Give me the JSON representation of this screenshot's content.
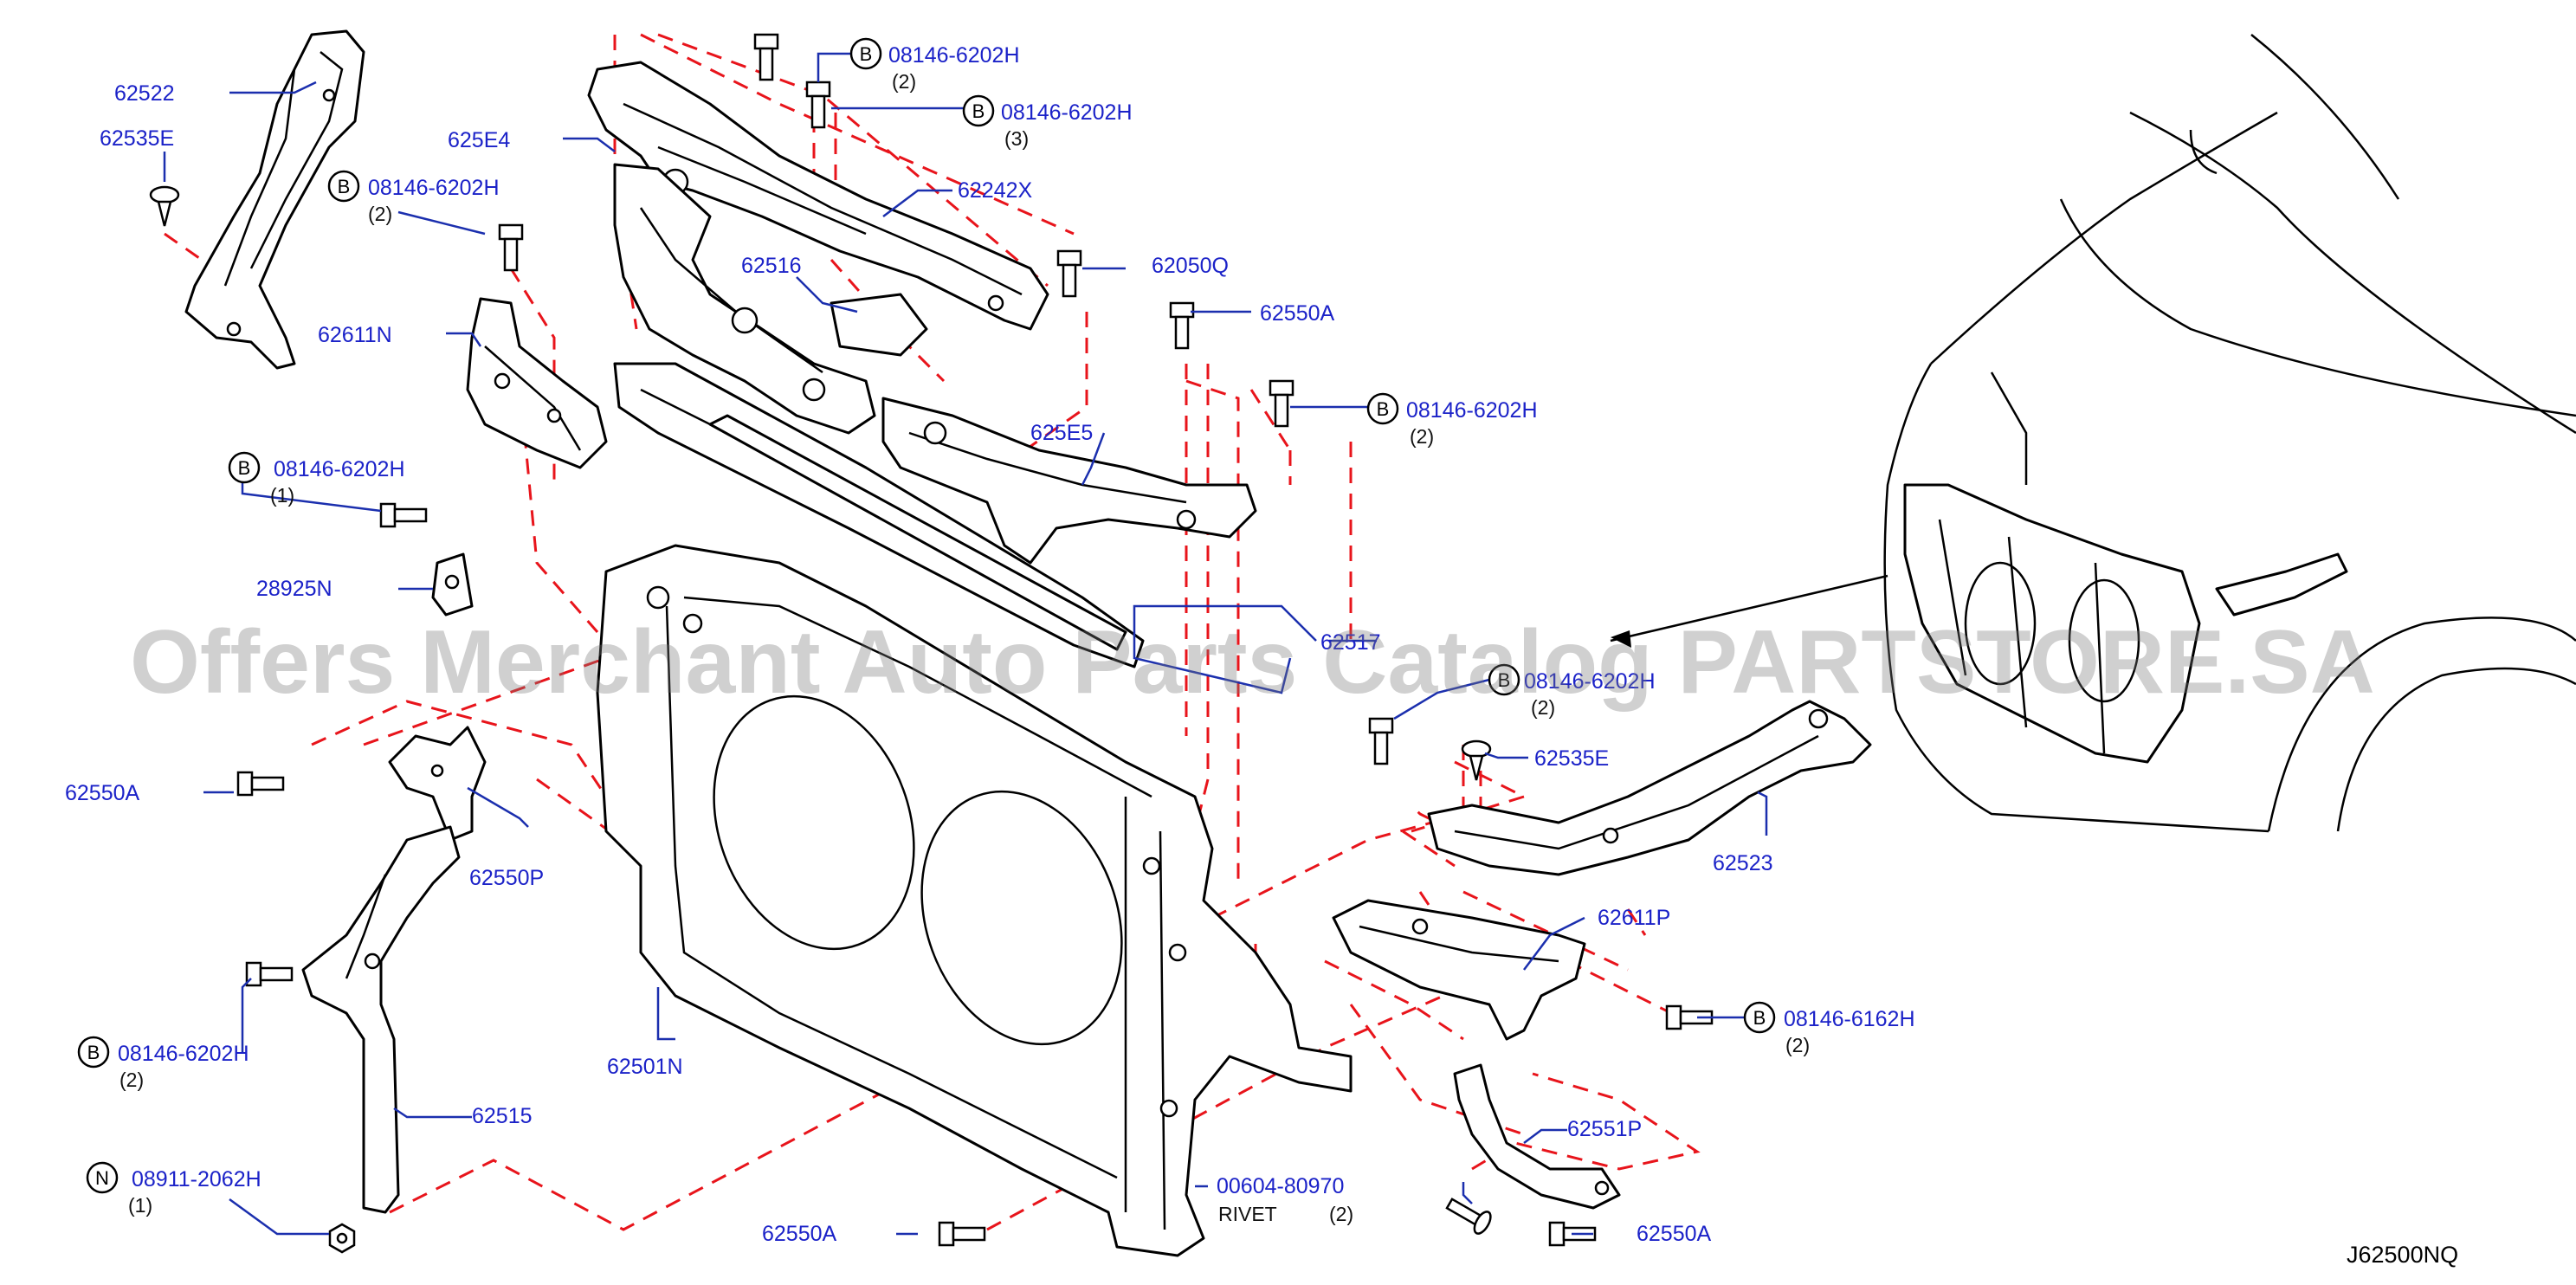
{
  "diagram_code": "J62500NQ",
  "watermark": "Offers Merchant Auto Parts Catalog PARTSTORE.SA",
  "colors": {
    "callout": "#1b22c8",
    "guide_lines": "#e8141b",
    "drawing": "#000000"
  },
  "callouts": {
    "p62522": "62522",
    "p62535e_top": "62535E",
    "p625e4": "625E4",
    "p62242x": "62242X",
    "p62516": "62516",
    "p62050q": "62050Q",
    "p62550a_top": "62550A",
    "p62611n": "62611N",
    "p625e5": "625E5",
    "p28925n": "28925N",
    "p62517": "62517",
    "p62550a_left": "62550A",
    "p62550p": "62550P",
    "p62535e_right": "62535E",
    "p62523": "62523",
    "p62611p": "62611P",
    "p62501n": "62501N",
    "p62515": "62515",
    "p62551p": "62551P",
    "p00604": "00604-80970",
    "p62550a_bottom": "62550A",
    "p62550a_br": "62550A"
  },
  "rivet_label": "RIVET",
  "bolts": {
    "b1": {
      "marker": "B",
      "part": "08146-6202H",
      "qty": "(2)"
    },
    "b2": {
      "marker": "B",
      "part": "08146-6202H",
      "qty": "(3)"
    },
    "b3": {
      "marker": "B",
      "part": "08146-6202H",
      "qty": "(2)"
    },
    "b4": {
      "marker": "B",
      "part": "08146-6202H",
      "qty": "(2)"
    },
    "b5": {
      "marker": "B",
      "part": "08146-6202H",
      "qty": "(1)"
    },
    "b6": {
      "marker": "B",
      "part": "08146-6202H",
      "qty": "(2)"
    },
    "b7": {
      "marker": "B",
      "part": "08146-6202H",
      "qty": "(2)"
    },
    "b8": {
      "marker": "B",
      "part": "08146-6162H",
      "qty": "(2)"
    },
    "n1": {
      "marker": "N",
      "part": "08911-2062H",
      "qty": "(1)"
    }
  },
  "rivet_qty": "(2)"
}
